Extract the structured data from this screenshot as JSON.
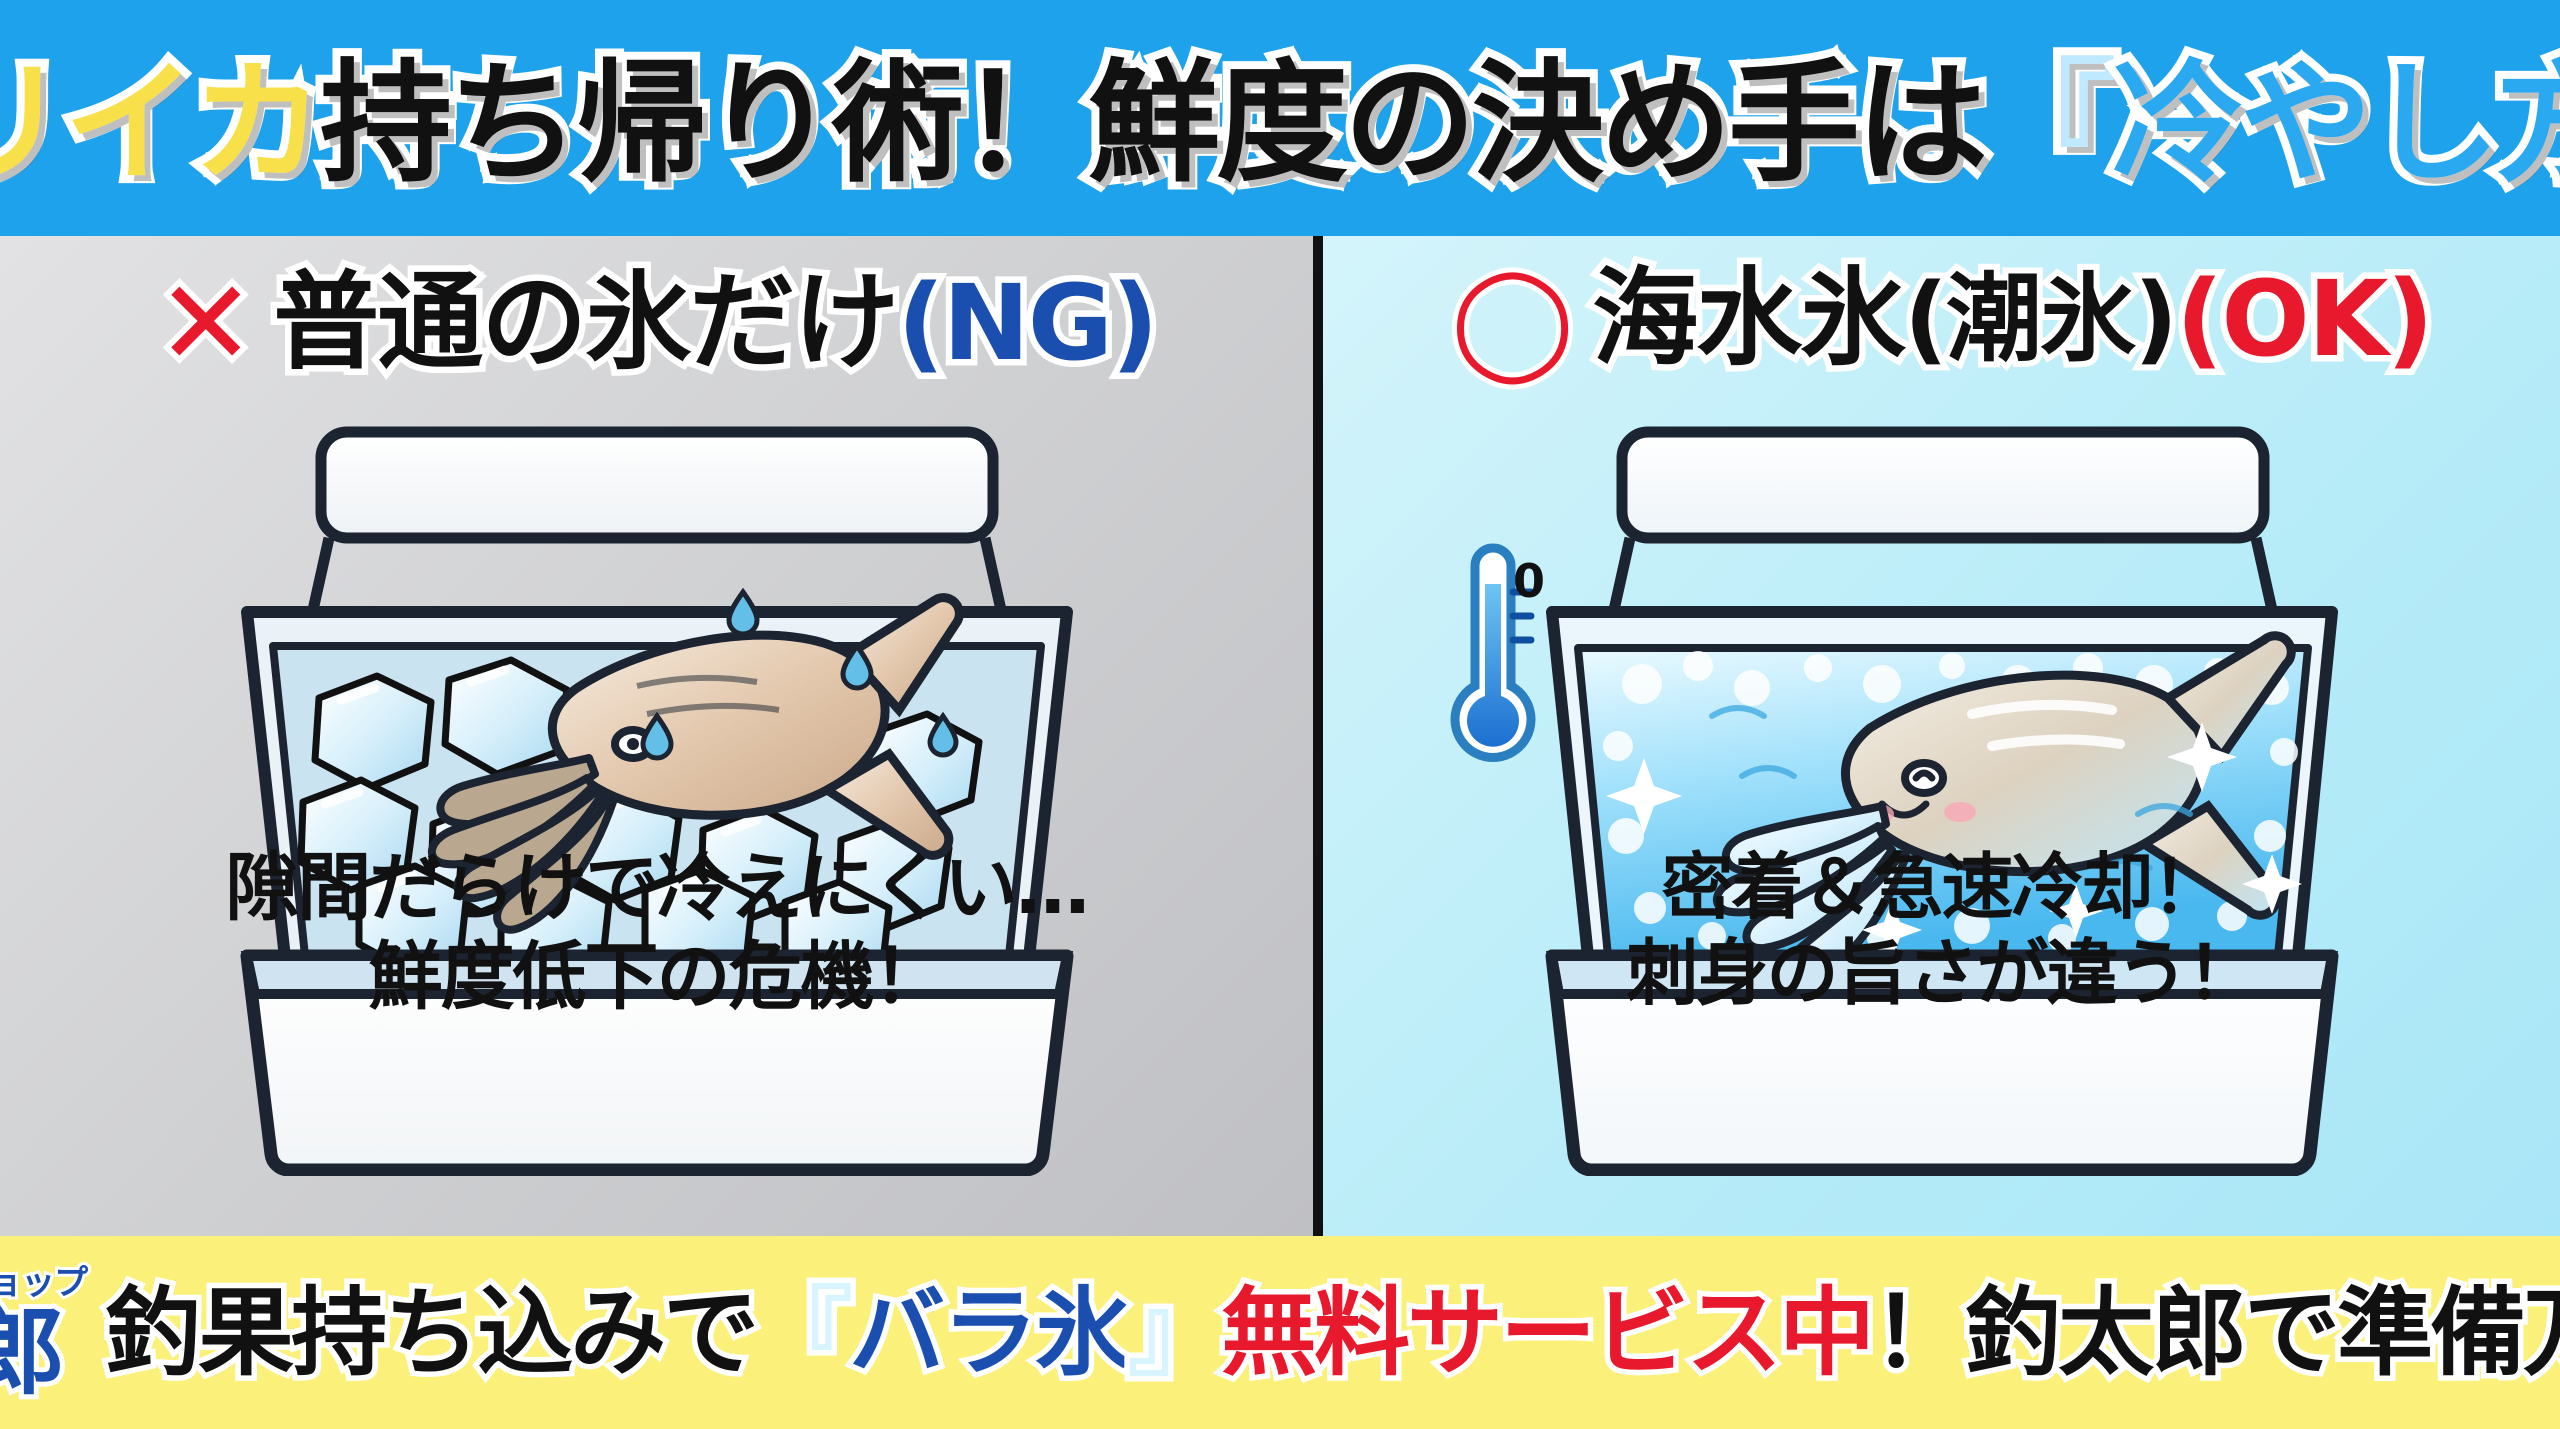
{
  "header": {
    "segments": [
      {
        "text": "アオリイカ",
        "style": "y"
      },
      {
        "text": "持ち帰り術！",
        "style": "k"
      },
      {
        "text": "鮮度の決め手は",
        "style": "k"
      },
      {
        "text": "『",
        "style": "c2"
      },
      {
        "text": "冷やし方",
        "style": "c"
      },
      {
        "text": "』",
        "style": "c2"
      },
      {
        "text": "！",
        "style": "k"
      }
    ],
    "full_text": "アオリイカ持ち帰り術！鮮度の決め手は『冷やし方』！",
    "bg_color": "#1ea2ec",
    "highlight_color": "#f7e04a",
    "accent_color": "#2aa9f0"
  },
  "left_panel": {
    "mark": "✕",
    "mark_color": "#e8192c",
    "title": "普通の氷だけ",
    "tag": "(NG)",
    "tag_color": "#1a4fb0",
    "caption_line1": "隙間だらけで冷えにくい…",
    "caption_line2": "鮮度低下の危機！",
    "bg_color": "#cfd0d2",
    "illustration": "cooler-box-with-loose-ice-cubes-and-squid"
  },
  "right_panel": {
    "mark": "◯",
    "mark_color": "#e8192c",
    "title": "海水氷",
    "subtitle": "(潮氷)",
    "tag": "(OK)",
    "tag_color": "#e8192c",
    "caption_line1": "密着＆急速冷却！",
    "caption_line2": "刺身の旨さが違う！",
    "bg_color": "#b7ecf8",
    "thermometer_label": "0",
    "illustration": "cooler-box-with-slush-seawater-ice-and-squid"
  },
  "banner": {
    "shop_kana": "フィシリングショップ",
    "shop_name": "釣太郎",
    "segments": [
      {
        "text": "釣果持ち込みで",
        "style": "k"
      },
      {
        "text": "『",
        "style": "q"
      },
      {
        "text": "バラ氷",
        "style": "b"
      },
      {
        "text": "』",
        "style": "q"
      },
      {
        "text": "無料サービス中",
        "style": "r"
      },
      {
        "text": "！釣太郎で準備万端！",
        "style": "k"
      }
    ],
    "full_text": "釣果持ち込みで『バラ氷』無料サービス中！釣太郎で準備万端！",
    "bg_color": "#fbf07a",
    "brand_color": "#1a4fb0",
    "alert_color": "#e8192c"
  }
}
